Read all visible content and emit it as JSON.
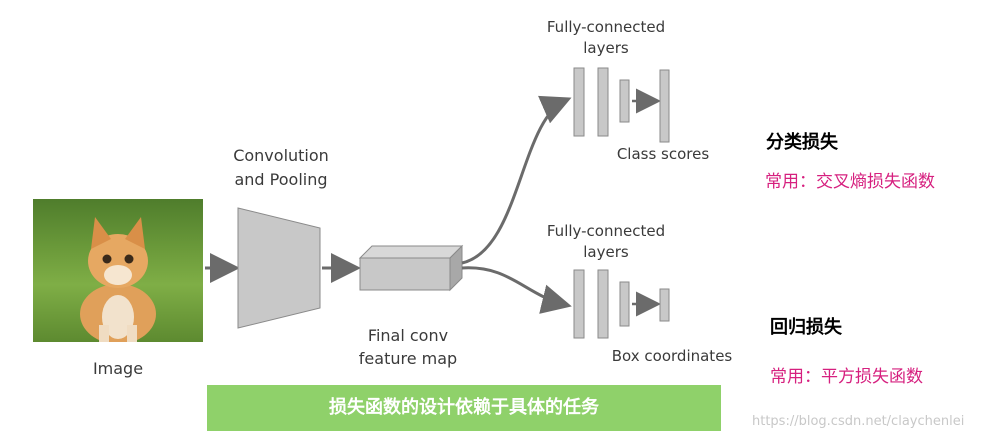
{
  "labels": {
    "image": "Image",
    "conv_line1": "Convolution",
    "conv_line2": "and Pooling",
    "final_line1": "Final conv",
    "final_line2": "feature map",
    "fc_top_line1": "Fully-connected",
    "fc_top_line2": "layers",
    "fc_bottom_line1": "Fully-connected",
    "fc_bottom_line2": "layers",
    "class_scores": "Class scores",
    "box_coordinates": "Box coordinates"
  },
  "annotations": {
    "classification_title": "分类损失",
    "classification_desc": "常用：交叉熵损失函数",
    "regression_title": "回归损失",
    "regression_desc": "常用：平方损失函数"
  },
  "banner": {
    "text": "损失函数的设计依赖于具体的任务",
    "color": "#8fd16a"
  },
  "watermark": "https://blog.csdn.net/claychenlei",
  "colors": {
    "accent": "#d6207f",
    "shape_fill": "#c8c8c8",
    "shape_stroke": "#8a8a8a"
  }
}
